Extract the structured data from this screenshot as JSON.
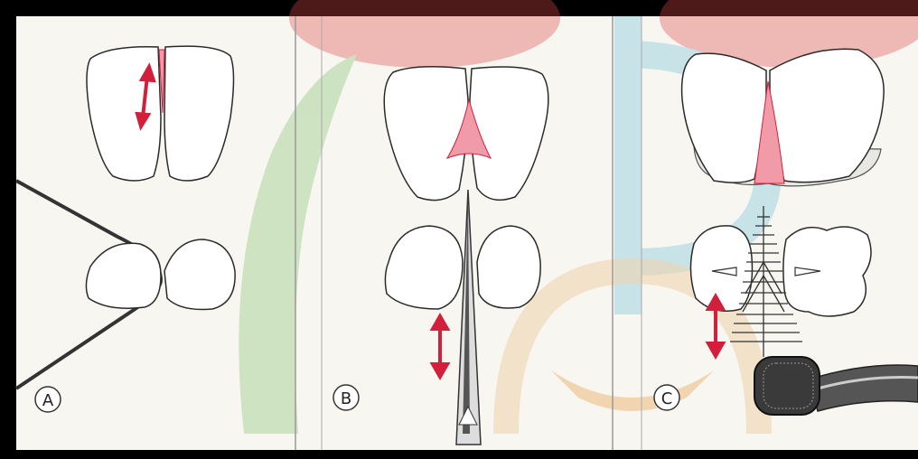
{
  "panels": [
    {
      "label": "A"
    },
    {
      "label": "B"
    },
    {
      "label": "C"
    }
  ],
  "colors": {
    "frame": "#000000",
    "paper": "#f7f6f1",
    "outline": "#2a2a2a",
    "papilla": "#f19aa8",
    "arrow": "#d21f3c",
    "bone": "#e8e8e3",
    "watermark_green": "#7fbf6a",
    "watermark_red": "#e04848",
    "watermark_blue": "#6fc0d9",
    "watermark_orange": "#e59a3a"
  },
  "icons": [
    "double-arrow-icon",
    "floss-icon",
    "toothpick-icon",
    "interdental-brush-icon"
  ]
}
